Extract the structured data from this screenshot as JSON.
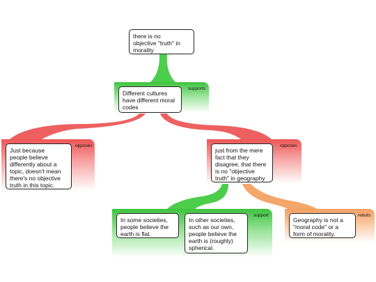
{
  "colors": {
    "support": "#4ccd4c",
    "oppose": "#ee6060",
    "rebut": "#f4a76a"
  },
  "nodes": {
    "claim": "there is no\nobjective \"truth\" in\nmorality",
    "cultures": "Different cultures\nhave different moral\ncodes",
    "objection1": "Just because\npeople believe\ndifferently about a\ntopic, doesn't mean\nthere's no objective\ntruth in this topic.",
    "objection2": "just from the mere\nfact that they\ndisagree, that there\nis no \"objective\ntruth\" in geography",
    "flat": "In some societies,\npeople believe the\nearth is flat.",
    "spherical": "In other societies,\nsuch as our own,\npeople believe the\nearth is (roughly)\nspherical.",
    "geography": "Geography is not a\n\"moral code\" or a\nform of morality."
  },
  "tags": {
    "supports": "supports",
    "opposes_left": "opposes",
    "opposes_right": "opposes",
    "support": "support",
    "rebuts": "rebuts"
  }
}
